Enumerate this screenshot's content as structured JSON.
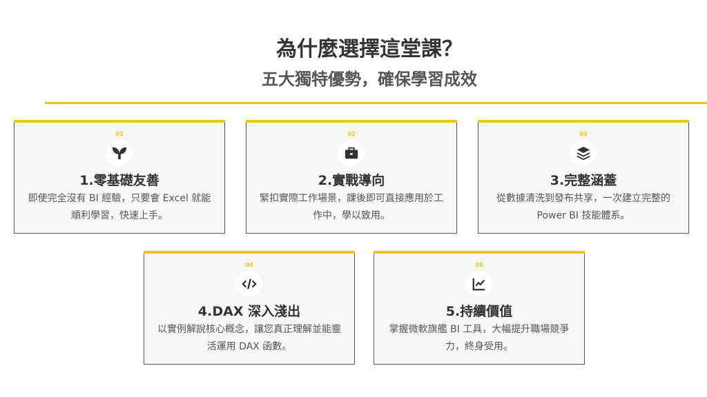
{
  "header": {
    "title": "為什麼選擇這堂課？",
    "subtitle": "五大獨特優勢，確保學習成效"
  },
  "accent_color": "#f2c40f",
  "cards": [
    {
      "number": "01",
      "icon": "sprout-icon",
      "title": "1.零基礎友善",
      "desc": "即使完全沒有 BI 經驗，只要會 Excel 就能順利學習，快速上手。"
    },
    {
      "number": "02",
      "icon": "briefcase-icon",
      "title": "2.實戰導向",
      "desc": "緊扣實際工作場景，課後即可直接應用於工作中，學以致用。"
    },
    {
      "number": "03",
      "icon": "layers-icon",
      "title": "3.完整涵蓋",
      "desc": "從數據清洗到發布共享，一次建立完整的 Power BI 技能體系。"
    },
    {
      "number": "04",
      "icon": "code-icon",
      "title": "4.DAX 深入淺出",
      "desc": "以實例解說核心概念，讓您真正理解並能靈活運用 DAX 函數。"
    },
    {
      "number": "05",
      "icon": "line-chart-icon",
      "title": "5.持續價值",
      "desc": "掌握微軟旗艦 BI 工具，大幅提升職場競爭力，終身受用。"
    }
  ]
}
